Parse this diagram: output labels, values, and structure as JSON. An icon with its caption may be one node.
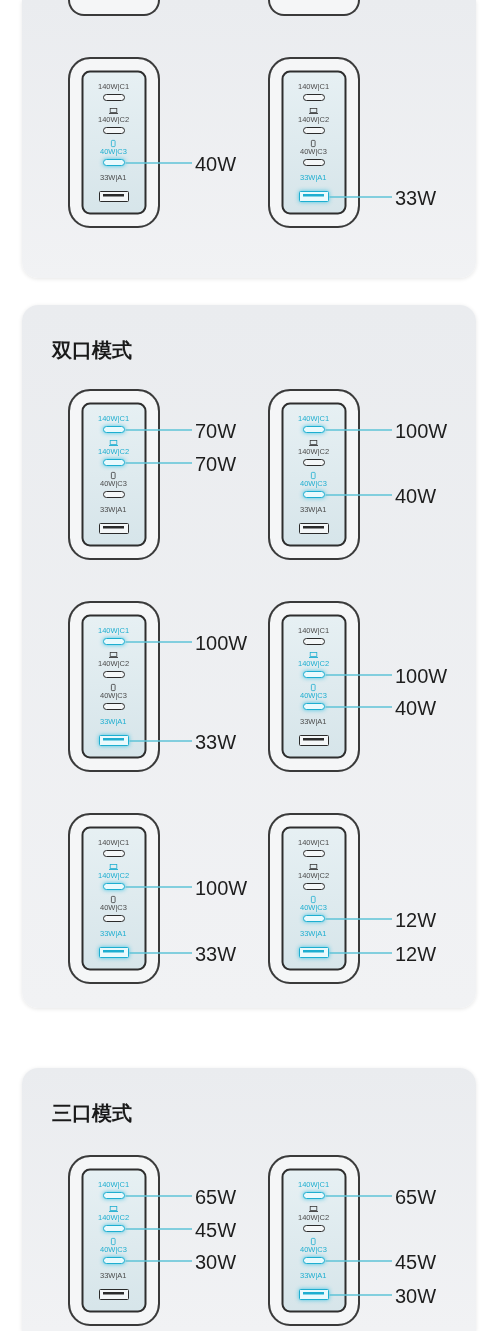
{
  "diagram": {
    "nodes": [
      {
        "text": [],
        "shape": "box"
      },
      {
        "text": [],
        "shape": "box",
        "in": 0
      },
      {
        "text": [],
        "shape": "box",
        "in": 0
      },
      {
        "text": [],
        "shape": "box",
        "in": 0
      },
      {
        "text": [],
        "shape": "pill",
        "in": 3,
        "beside": [
          "140W|C1"
        ]
      },
      {
        "text": [],
        "shape": "pill",
        "in": 3,
        "beside": [
          "140W|C2"
        ]
      },
      {
        "text": [],
        "shape": "pill",
        "in": 3,
        "beside": [
          "40W|C3"
        ]
      },
      {
        "text": [],
        "shape": "box",
        "in": 3,
        "beside": [
          "33W|A1"
        ]
      },
      {
        "text": [
          "40W"
        ],
        "in": 0
      },
      {
        "text": [],
        "shape": "box",
        "in": 0
      },
      {
        "text": [],
        "shape": "pill",
        "in": 9,
        "beside": [
          "140W|C1"
        ]
      },
      {
        "text": [],
        "shape": "pill",
        "in": 9,
        "beside": [
          "140W|C2"
        ]
      },
      {
        "text": [],
        "shape": "pill",
        "in": 9,
        "beside": [
          "40W|C3"
        ]
      },
      {
        "text": [],
        "shape": "box",
        "in": 9,
        "beside": [
          "33W|A1"
        ]
      },
      {
        "text": [
          "33W"
        ],
        "in": 0
      },
      {
        "text": [
          "双口模式"
        ]
      },
      {
        "text": [],
        "shape": "box",
        "in": 15
      },
      {
        "text": [],
        "shape": "pill",
        "in": 16,
        "beside": [
          "140W|C1"
        ]
      },
      {
        "text": [],
        "shape": "pill",
        "in": 16,
        "beside": [
          "140W|C2"
        ]
      },
      {
        "text": [],
        "shape": "pill",
        "in": 16,
        "beside": [
          "40W|C3"
        ]
      },
      {
        "text": [],
        "shape": "box",
        "in": 16,
        "beside": [
          "33W|A1"
        ]
      },
      {
        "text": [
          "70W"
        ],
        "in": 15
      },
      {
        "text": [
          "70W"
        ],
        "in": 15
      },
      {
        "text": [],
        "shape": "box",
        "in": 15
      },
      {
        "text": [],
        "shape": "pill",
        "in": 23,
        "beside": [
          "140W|C1"
        ]
      },
      {
        "text": [],
        "shape": "pill",
        "in": 23,
        "beside": [
          "140W|C2"
        ]
      },
      {
        "text": [],
        "shape": "pill",
        "in": 23,
        "beside": [
          "40W|C3"
        ]
      },
      {
        "text": [],
        "shape": "box",
        "in": 23,
        "beside": [
          "33W|A1"
        ]
      },
      {
        "text": [
          "100W"
        ],
        "in": 15
      },
      {
        "text": [
          "40W"
        ],
        "in": 15
      },
      {
        "text": [],
        "shape": "box",
        "in": 15
      },
      {
        "text": [],
        "shape": "pill",
        "in": 30,
        "beside": [
          "140W|C1"
        ]
      },
      {
        "text": [],
        "shape": "pill",
        "in": 30,
        "beside": [
          "140W|C2"
        ]
      },
      {
        "text": [],
        "shape": "pill",
        "in": 30,
        "beside": [
          "40W|C3"
        ]
      },
      {
        "text": [],
        "shape": "box",
        "in": 30,
        "beside": [
          "33W|A1"
        ]
      },
      {
        "text": [
          "100W"
        ],
        "in": 15
      },
      {
        "text": [
          "33W"
        ],
        "in": 15
      },
      {
        "text": [],
        "shape": "box",
        "in": 15
      },
      {
        "text": [],
        "shape": "pill",
        "in": 37,
        "beside": [
          "140W|C1"
        ]
      },
      {
        "text": [],
        "shape": "pill",
        "in": 37,
        "beside": [
          "140W|C2"
        ]
      },
      {
        "text": [],
        "shape": "pill",
        "in": 37,
        "beside": [
          "40W|C3"
        ]
      },
      {
        "text": [],
        "shape": "box",
        "in": 37,
        "beside": [
          "33W|A1"
        ]
      },
      {
        "text": [
          "100W"
        ],
        "in": 15
      },
      {
        "text": [
          "40W"
        ],
        "in": 15
      },
      {
        "text": [],
        "shape": "box",
        "in": 15
      },
      {
        "text": [],
        "shape": "pill",
        "in": 44,
        "beside": [
          "140W|C1"
        ]
      },
      {
        "text": [],
        "shape": "pill",
        "in": 44,
        "beside": [
          "140W|C2"
        ]
      },
      {
        "text": [],
        "shape": "pill",
        "in": 44,
        "beside": [
          "40W|C3"
        ]
      },
      {
        "text": [],
        "shape": "box",
        "in": 44,
        "beside": [
          "33W|A1"
        ]
      },
      {
        "text": [
          "100W"
        ],
        "in": 15
      },
      {
        "text": [
          "33W"
        ],
        "in": 15
      },
      {
        "text": [],
        "shape": "box",
        "in": 15
      },
      {
        "text": [],
        "shape": "pill",
        "in": 51,
        "beside": [
          "140W|C1"
        ]
      },
      {
        "text": [],
        "shape": "pill",
        "in": 51,
        "beside": [
          "140W|C2"
        ]
      },
      {
        "text": [],
        "shape": "pill",
        "in": 51,
        "beside": [
          "40W|C3"
        ]
      },
      {
        "text": [],
        "shape": "box",
        "in": 51,
        "beside": [
          "33W|A1"
        ]
      },
      {
        "text": [
          "12W"
        ],
        "in": 15
      },
      {
        "text": [
          "12W"
        ],
        "in": 15
      },
      {
        "text": [
          "三口模式"
        ]
      },
      {
        "text": [],
        "shape": "box",
        "in": 58
      },
      {
        "text": [],
        "shape": "pill",
        "in": 59,
        "beside": [
          "140W|C1"
        ]
      },
      {
        "text": [],
        "shape": "pill",
        "in": 59,
        "beside": [
          "140W|C2"
        ]
      },
      {
        "text": [],
        "shape": "pill",
        "in": 59,
        "beside": [
          "40W|C3"
        ]
      },
      {
        "text": [],
        "shape": "box",
        "in": 59,
        "beside": [
          "33W|A1"
        ]
      },
      {
        "text": [
          "65W"
        ],
        "in": 58
      },
      {
        "text": [
          "45W"
        ],
        "in": 58
      },
      {
        "text": [
          "30W"
        ],
        "in": 58
      },
      {
        "text": [],
        "shape": "box",
        "in": 58
      },
      {
        "text": [],
        "shape": "pill",
        "in": 67,
        "beside": [
          "140W|C1"
        ]
      },
      {
        "text": [],
        "shape": "pill",
        "in": 67,
        "beside": [
          "140W|C2"
        ]
      },
      {
        "text": [],
        "shape": "pill",
        "in": 67,
        "beside": [
          "40W|C3"
        ]
      },
      {
        "text": [],
        "shape": "box",
        "in": 67,
        "beside": [
          "33W|A1"
        ]
      },
      {
        "text": [
          "65W"
        ],
        "in": 58
      },
      {
        "text": [
          "45W"
        ],
        "in": 58
      },
      {
        "text": [
          "30W"
        ],
        "in": 58
      }
    ],
    "edges": [
      {
        "from": 8,
        "to": 6,
        "arrow": "none"
      },
      {
        "from": 14,
        "to": 13,
        "arrow": "none"
      },
      {
        "from": 21,
        "to": 17,
        "arrow": "none"
      },
      {
        "from": 22,
        "to": 18,
        "arrow": "none"
      },
      {
        "from": 28,
        "to": 24,
        "arrow": "none"
      },
      {
        "from": 29,
        "to": 26,
        "arrow": "none"
      },
      {
        "from": 35,
        "to": 31,
        "arrow": "none"
      },
      {
        "from": 36,
        "to": 34,
        "arrow": "none"
      },
      {
        "from": 42,
        "to": 39,
        "arrow": "none"
      },
      {
        "from": 43,
        "to": 40,
        "arrow": "none"
      },
      {
        "from": 49,
        "to": 46,
        "arrow": "none"
      },
      {
        "from": 50,
        "to": 48,
        "arrow": "none"
      },
      {
        "from": 56,
        "to": 54,
        "arrow": "none"
      },
      {
        "from": 57,
        "to": 55,
        "arrow": "none"
      },
      {
        "from": 64,
        "to": 60,
        "arrow": "none"
      },
      {
        "from": 65,
        "to": 61,
        "arrow": "none"
      },
      {
        "from": 66,
        "to": 62,
        "arrow": "none"
      },
      {
        "from": 72,
        "to": 68,
        "arrow": "none"
      },
      {
        "from": 73,
        "to": 70,
        "arrow": "none"
      },
      {
        "from": 74,
        "to": 71,
        "arrow": "none"
      }
    ]
  }
}
